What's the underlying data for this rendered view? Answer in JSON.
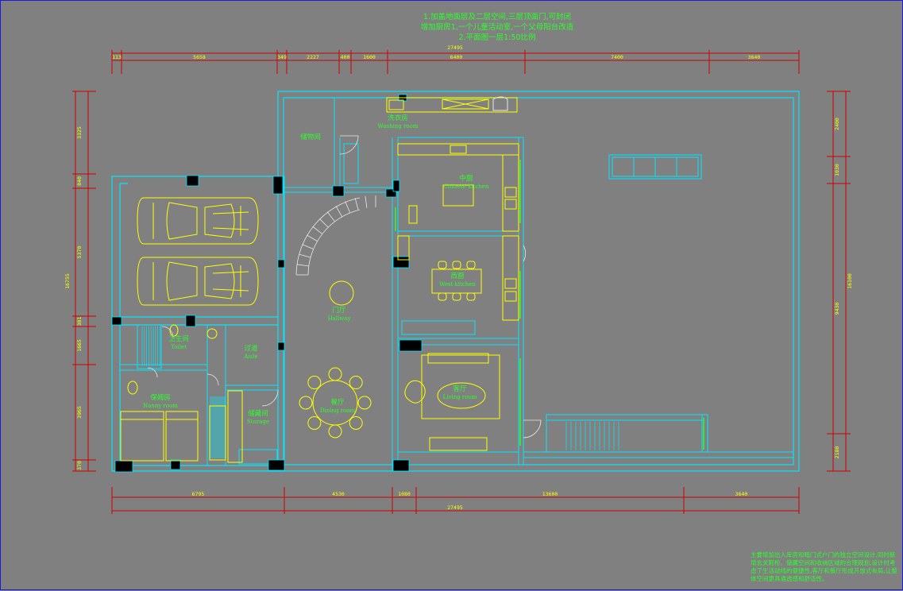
{
  "notes": {
    "top": [
      "1.加盖地面层及二层空间,三层顶面门,可封闭",
      "增加厨房1,一个儿童活动室,一个父母阳台改造",
      "2.平面图一层1:50比例"
    ],
    "bottom": "主要增加出入库房和暗门式户门的独立空间设计,同时新增玄关鞋柜、储藏空间和收纳区域的合理规划,设计时考虑了生活动线的便捷性,客厅和餐厅形成开放式布局,让整体空间更具通透感和舒适性。"
  },
  "dimensions": {
    "top_total": "27495",
    "top": [
      "113",
      "5658",
      "349",
      "2227",
      "400",
      "1600",
      "6400",
      "7400",
      "3640"
    ],
    "bottom_total": "27495",
    "bottom": [
      "6795",
      "4530",
      "1080",
      "13600",
      "3640"
    ],
    "left_total": "16755",
    "left": [
      "3325",
      "840",
      "5370",
      "381",
      "1665",
      "3965",
      "370"
    ],
    "right_total": "16100",
    "right": [
      "2400",
      "1030",
      "9430",
      "2180"
    ]
  },
  "rooms": [
    {
      "id": "laundry-room",
      "cn": "洗衣房",
      "en": "Washing room"
    },
    {
      "id": "pantry",
      "cn": "储物间",
      "en": ""
    },
    {
      "id": "chinese-kitchen",
      "cn": "中厨",
      "en": "Chinese kitchen"
    },
    {
      "id": "west-kitchen",
      "cn": "西厨",
      "en": "West kitchen"
    },
    {
      "id": "hallway",
      "cn": "门厅",
      "en": "Hallway"
    },
    {
      "id": "toilet",
      "cn": "卫生间",
      "en": "Toilet"
    },
    {
      "id": "aisle",
      "cn": "过道",
      "en": "Aisle"
    },
    {
      "id": "nanny-room",
      "cn": "保姆房",
      "en": "Nanny room"
    },
    {
      "id": "storage",
      "cn": "储藏间",
      "en": "Storage"
    },
    {
      "id": "dining-room",
      "cn": "餐厅",
      "en": "Dining room"
    },
    {
      "id": "living-room",
      "cn": "客厅",
      "en": "Living room"
    }
  ],
  "colors": {
    "background": "#808080",
    "wall": "#00e5ff",
    "furniture": "#ffff00",
    "text": "#2bff2b",
    "dimension": "#d00000",
    "dim_text": "#ffff00",
    "column": "#000000",
    "white_line": "#e8e8e8"
  }
}
